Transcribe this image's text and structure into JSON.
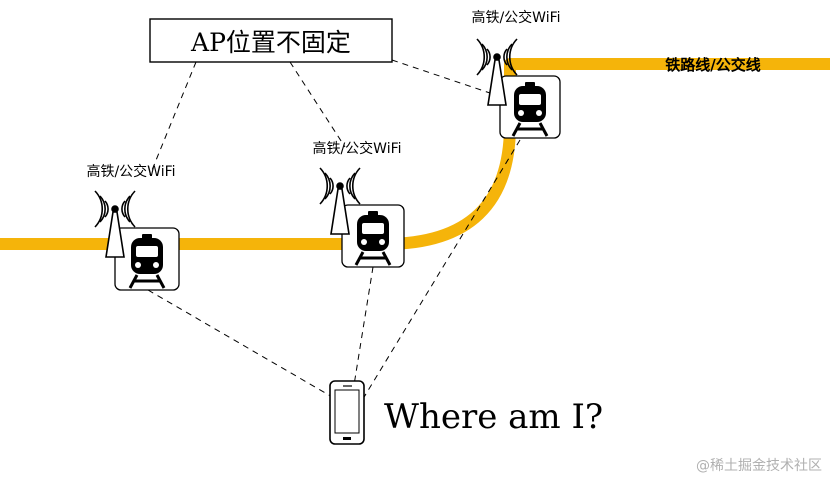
{
  "title_box": {
    "text": "AP位置不固定"
  },
  "route_label": {
    "text": "铁路线/公交线"
  },
  "wifi_labels": [
    {
      "text": "高铁/公交WiFi"
    },
    {
      "text": "高铁/公交WiFi"
    },
    {
      "text": "高铁/公交WiFi"
    }
  ],
  "question": {
    "text": "Where am I?"
  },
  "watermark": {
    "text": "@稀土掘金技术社区"
  },
  "colors": {
    "route": "#f5b40a",
    "line": "#000000",
    "text": "#000000",
    "watermark": "#b0b0b0"
  },
  "icons": {
    "access_point": "wifi-antenna-icon",
    "vehicle": "train-icon",
    "device": "smartphone-icon"
  }
}
